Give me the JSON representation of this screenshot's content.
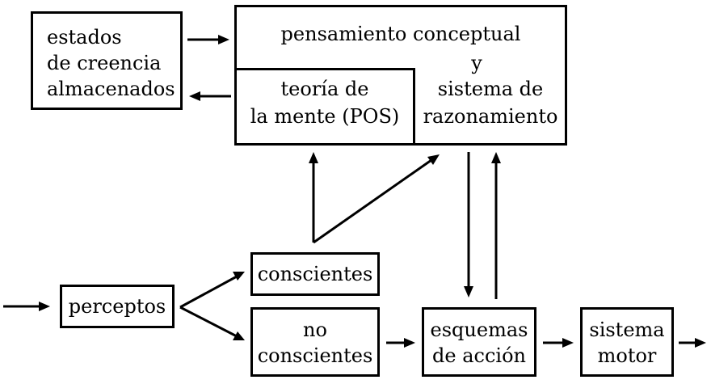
{
  "diagram": {
    "nodes": {
      "estados": [
        "estados",
        "de creencia",
        "almacenados"
      ],
      "pensamiento": {
        "line1": "pensamiento conceptual",
        "line2": "y",
        "sistema": [
          "sistema de",
          "razonamiento"
        ]
      },
      "teoria": [
        "teoría de",
        "la mente (POS)"
      ],
      "perceptos": "perceptos",
      "conscientes": "conscientes",
      "no_conscientes": [
        "no",
        "conscientes"
      ],
      "esquemas": [
        "esquemas",
        "de acción"
      ],
      "motor": [
        "sistema",
        "motor"
      ]
    }
  }
}
